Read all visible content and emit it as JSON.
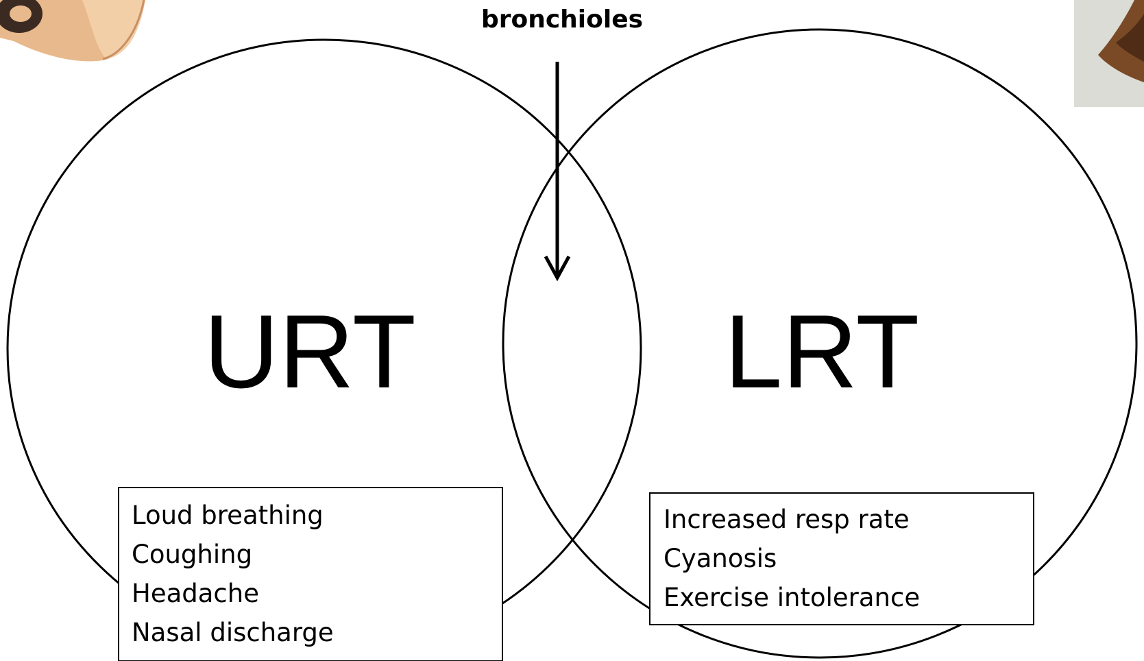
{
  "diagram": {
    "top_label": "bronchioles",
    "left_circle": {
      "label": "URT"
    },
    "right_circle": {
      "label": "LRT"
    },
    "urt_symptoms": [
      "Loud breathing",
      "Coughing",
      "Headache",
      "Nasal discharge"
    ],
    "lrt_symptoms": [
      "Increased resp rate",
      "Cyanosis",
      "Exercise intolerance"
    ]
  },
  "images": {
    "top_left": "cartoon-animal-snout-image",
    "top_right": "animal-photo-image"
  }
}
